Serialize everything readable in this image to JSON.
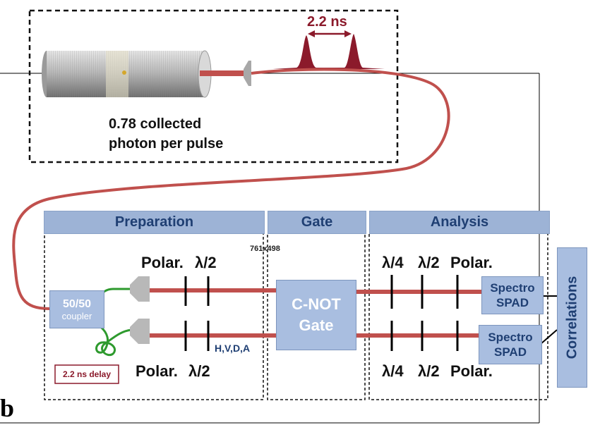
{
  "source": {
    "photons_line1": "0.78 collected",
    "photons_line2": "photon per pulse",
    "pulse_separation": "2.2 ns"
  },
  "sections": {
    "preparation": "Preparation",
    "gate": "Gate",
    "analysis": "Analysis"
  },
  "size_label": "761x498",
  "coupler": {
    "ratio": "50/50",
    "name": "coupler"
  },
  "delay_label": "2.2 ns delay",
  "prep_labels": {
    "polar_top": "Polar.",
    "half_wave_top": "λ/2",
    "polar_bottom": "Polar.",
    "half_wave_bottom": "λ/2",
    "bases": "H,V,D,A"
  },
  "gate_box": {
    "line1": "C-NOT",
    "line2": "Gate"
  },
  "analysis_labels": {
    "quarter_top": "λ/4",
    "half_top": "λ/2",
    "polar_top": "Polar.",
    "quarter_bottom": "λ/4",
    "half_bottom": "λ/2",
    "polar_bottom": "Polar."
  },
  "detectors": [
    {
      "line1": "Spectro",
      "line2": "SPAD"
    },
    {
      "line1": "Spectro",
      "line2": "SPAD"
    }
  ],
  "correlations": "Correlations",
  "panel_label": "b",
  "colors": {
    "fiber": "#c0504d",
    "pulse": "#8b1a2b",
    "green_fiber": "#2e9a2e",
    "header_fill": "#9db3d6",
    "box_fill": "#a9bee0",
    "text_blue": "#1f3f73"
  }
}
